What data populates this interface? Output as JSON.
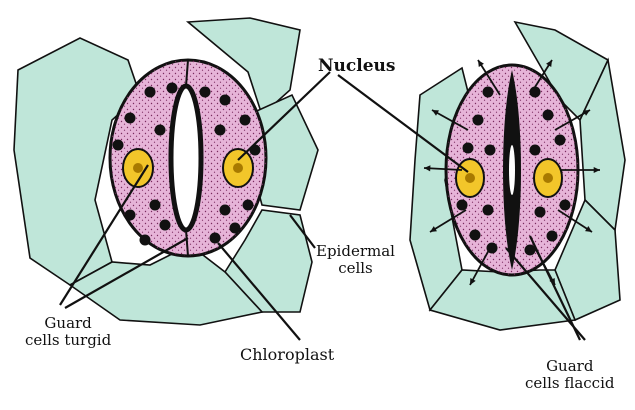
{
  "labels": {
    "nucleus": "Nucleus",
    "epidermal_line1": "Epidermal",
    "epidermal_line2": "cells",
    "guard_turgid_line1": "Guard",
    "guard_turgid_line2": "cells turgid",
    "chloroplast": "Chloroplast",
    "guard_flaccid_line1": "Guard",
    "guard_flaccid_line2": "cells flaccid"
  },
  "colors": {
    "epidermal_fill": "#bfe6d9",
    "guard_cell_fill": "#e6b4d8",
    "nucleus_fill": "#f2c62a",
    "outline": "#111111"
  }
}
